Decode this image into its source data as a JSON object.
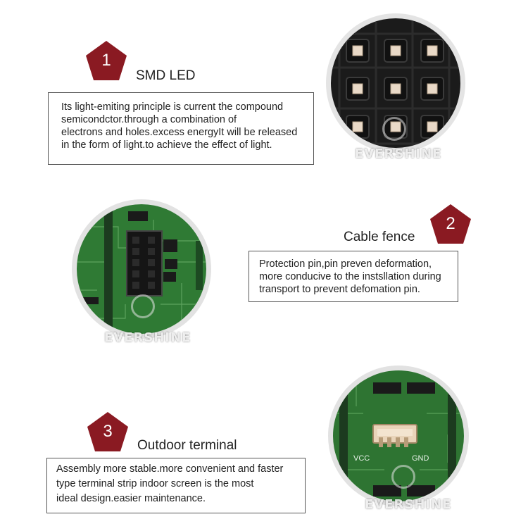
{
  "sections": [
    {
      "number": "1",
      "title": "SMD LED",
      "lines": [
        "Its light-emiting principle is current the compound",
        "semicondctor.through a combination of",
        "electrons and holes.excess energyIt will be released",
        "in the form of light.to achieve the effect of light."
      ]
    },
    {
      "number": "2",
      "title": "Cable fence",
      "lines": [
        "Protection pin,pin preven deformation,",
        "more conducive to the instsllation during",
        "transport to prevent defomation pin."
      ]
    },
    {
      "number": "3",
      "title": "Outdoor terminal",
      "lines": [
        "Assembly more stable.more convenient and faster",
        "type terminal strip indoor screen is the most",
        "ideal design.easier maintenance."
      ]
    }
  ],
  "watermark": "EVERSHINE",
  "terminal_labels": {
    "vcc": "VCC",
    "gnd": "GND"
  },
  "colors": {
    "badge": "#8a1a22",
    "pcb_green": "#2f7a34",
    "led_panel": "#1b1b1b"
  }
}
